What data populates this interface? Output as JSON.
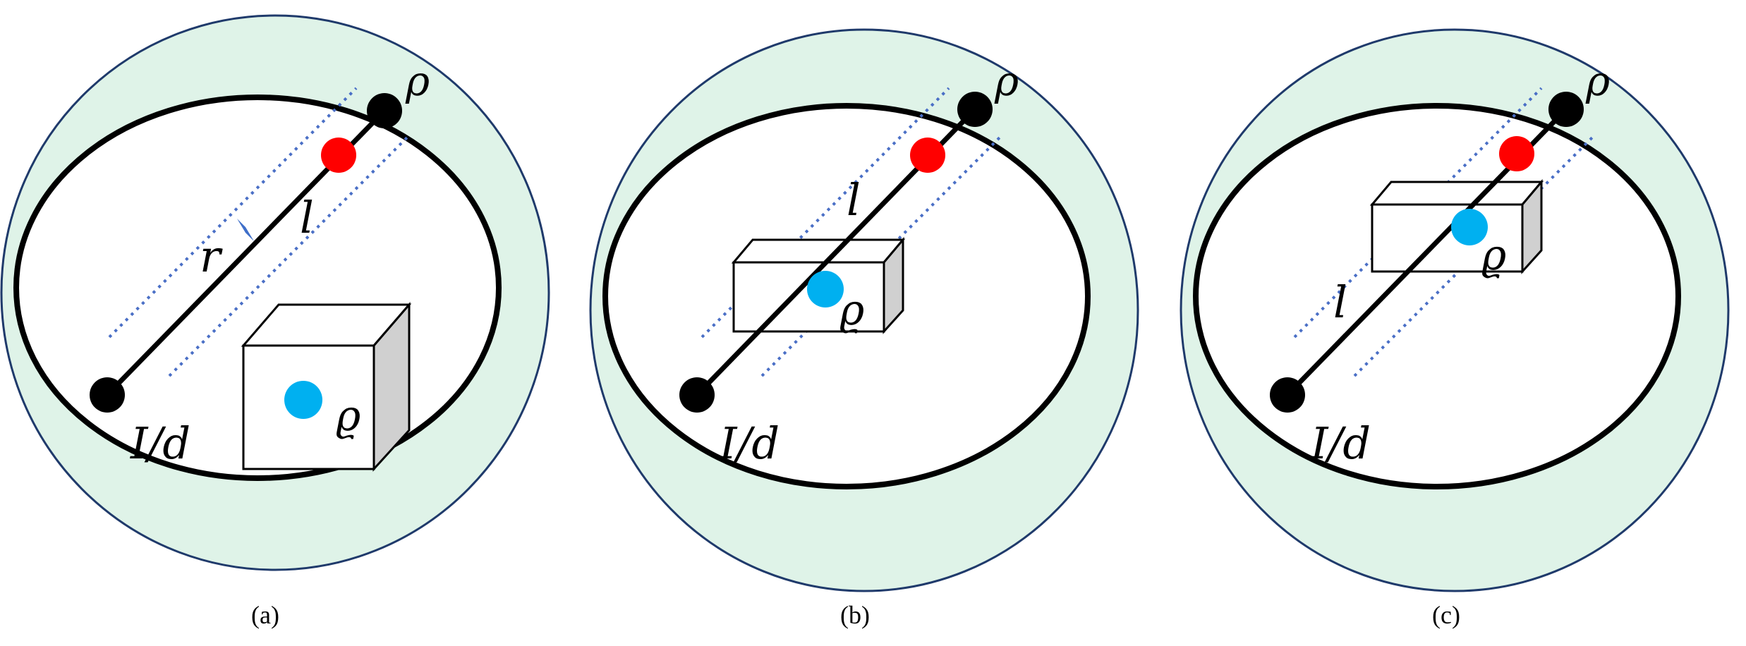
{
  "colors": {
    "outer_fill": "#dff3e8",
    "outer_stroke": "#1f3a6b",
    "ellipse_stroke": "#000000",
    "line": "#000000",
    "dotted": "#4a6fc6",
    "red_point": "#ff0000",
    "blue_point": "#00b0f0",
    "box_side": "#d0d0d0",
    "right_angle": "#3f6fc9"
  },
  "panels": [
    {
      "caption": "(a)",
      "endpoint_label": "ρ",
      "origin_label": "I/d",
      "line_label": "l",
      "radius_label": "r",
      "point_label": "ϱ"
    },
    {
      "caption": "(b)",
      "endpoint_label": "ρ",
      "origin_label": "I/d",
      "line_label": "l",
      "point_label": "ϱ"
    },
    {
      "caption": "(c)",
      "endpoint_label": "ρ",
      "origin_label": "I/d",
      "line_label": "l",
      "point_label": "ϱ"
    }
  ]
}
